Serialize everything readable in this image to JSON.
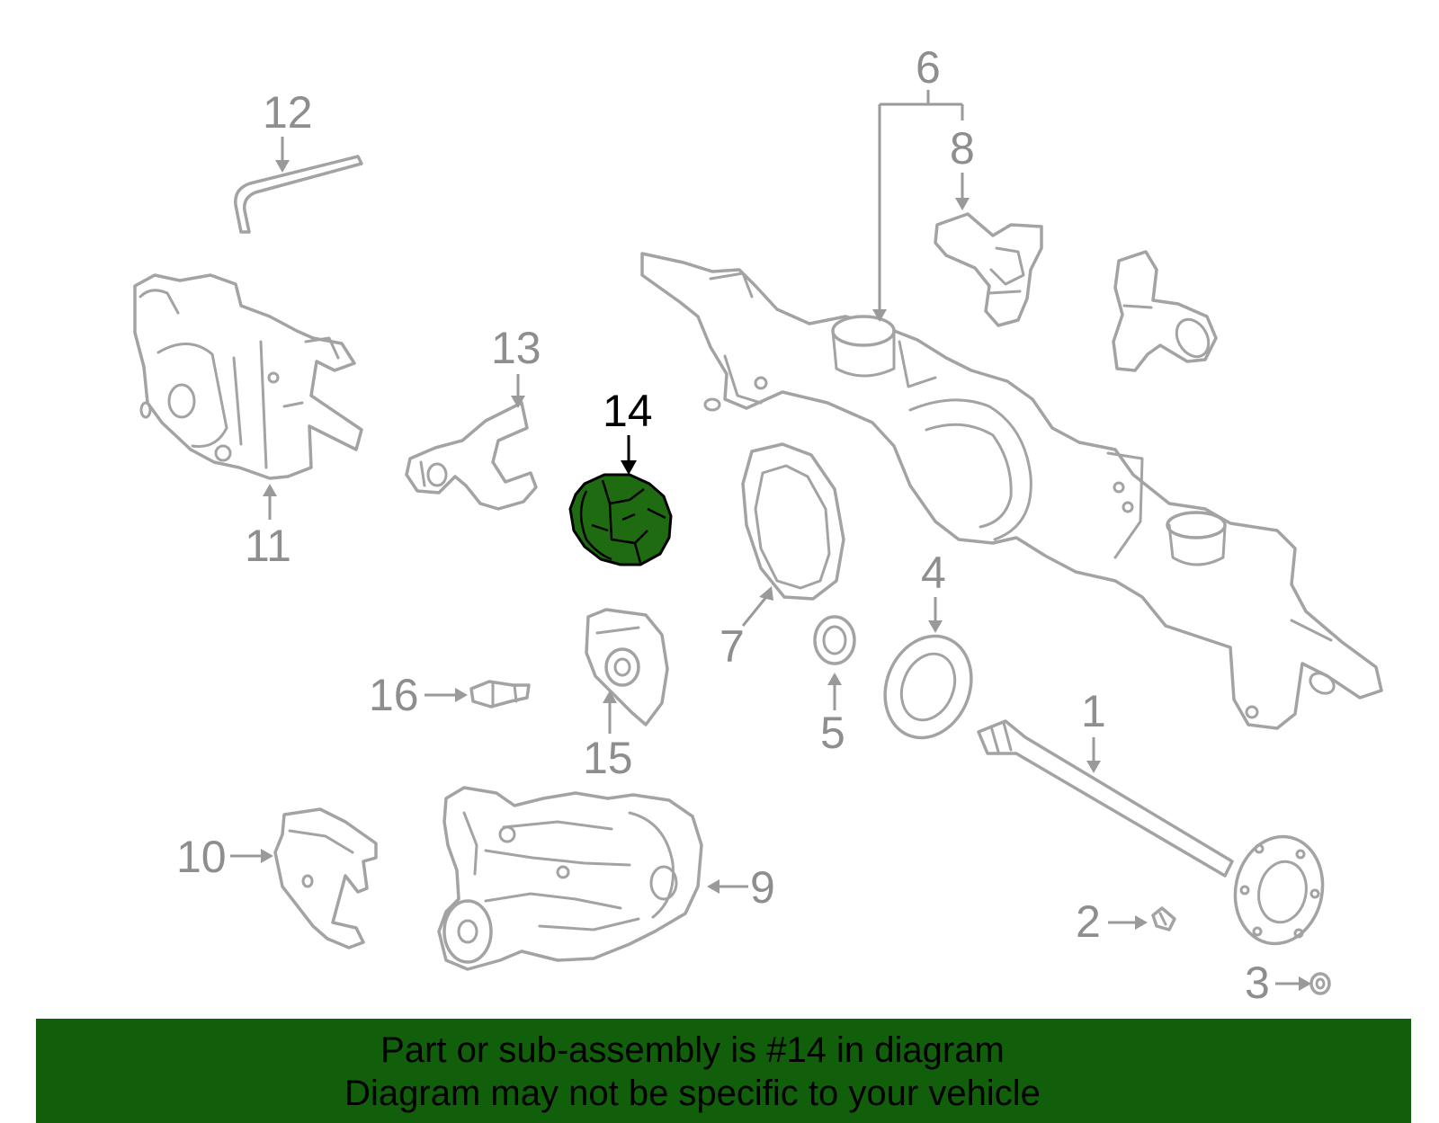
{
  "callouts": {
    "c1": "1",
    "c2": "2",
    "c3": "3",
    "c4": "4",
    "c5": "5",
    "c6": "6",
    "c7": "7",
    "c8": "8",
    "c9": "9",
    "c10": "10",
    "c11": "11",
    "c12": "12",
    "c13": "13",
    "c14": "14",
    "c15": "15",
    "c16": "16"
  },
  "highlighted_part": "14",
  "colors": {
    "banner": "#115f0a",
    "highlight": "#1f6b12",
    "line_art": "#a3a3a3",
    "active_callout": "#000000"
  },
  "banner": {
    "line1": "Part or sub-assembly is #14 in diagram",
    "line2": "Diagram may not be specific to your vehicle"
  }
}
